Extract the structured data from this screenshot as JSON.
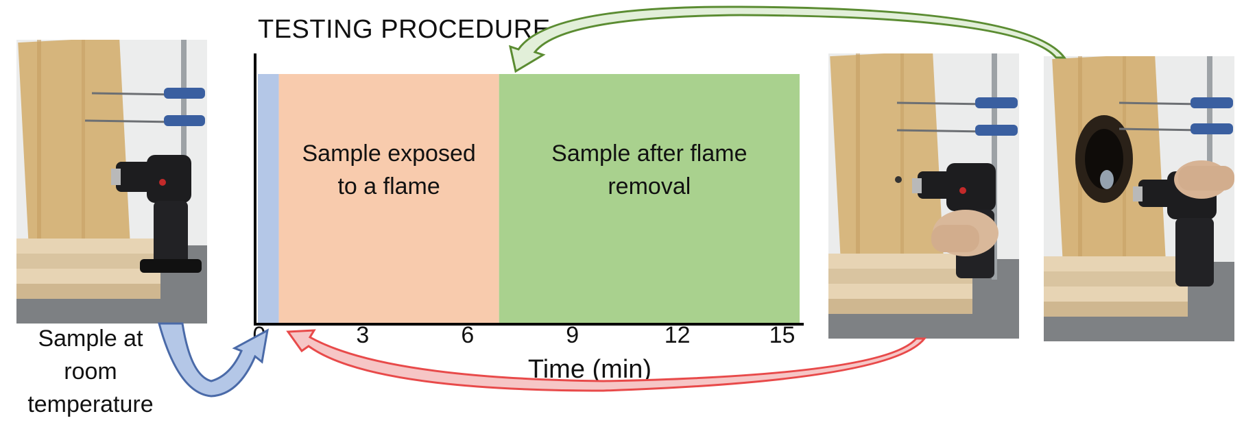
{
  "title": "TESTING PROCEDURE",
  "axis": {
    "xlabel": "Time (min)",
    "ticks": [
      "0",
      "3",
      "6",
      "9",
      "12",
      "15"
    ],
    "range_min": [
      0,
      15.5
    ]
  },
  "phases": [
    {
      "key": "room",
      "start_min": 0,
      "end_min": 0.6,
      "color": "#b4c7e7",
      "label_lines": []
    },
    {
      "key": "exposed",
      "start_min": 0.6,
      "end_min": 6.9,
      "color": "#f8cbad",
      "label_lines": [
        "Sample exposed",
        "to a flame"
      ]
    },
    {
      "key": "after",
      "start_min": 6.9,
      "end_min": 15.5,
      "color": "#a9d18e",
      "label_lines": [
        "Sample after flame",
        "removal"
      ]
    }
  ],
  "photos": [
    {
      "key": "photo-room",
      "state": "room-temperature"
    },
    {
      "key": "photo-flame",
      "state": "flame-on"
    },
    {
      "key": "photo-burnt",
      "state": "after-flame"
    }
  ],
  "left_caption": [
    "Sample at",
    "room",
    "temperature"
  ],
  "arrows": {
    "blue": "#4a6aa8",
    "blue_fill": "#b4c7e7",
    "red": "#e84a4a",
    "red_fill": "#f6c6c6",
    "green": "#5b8c32",
    "green_fill": "#e2efd9"
  }
}
